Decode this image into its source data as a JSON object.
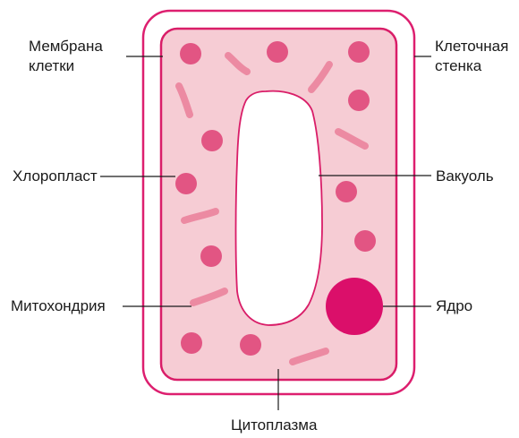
{
  "labels": {
    "membrane": [
      "Мембрана",
      "клетки"
    ],
    "cell_wall": [
      "Клеточная",
      "стенка"
    ],
    "chloroplast": "Хлоропласт",
    "vacuole": "Вакуоль",
    "mitochondria": "Митохондрия",
    "nucleus": "Ядро",
    "cytoplasm": "Цитоплазма"
  },
  "colors": {
    "wall_stroke": "#dd1f6f",
    "membrane_stroke": "#d91d68",
    "cytoplasm_fill": "#f6ccd4",
    "vacuole_fill": "#ffffff",
    "chloroplast_fill": "#e25583",
    "mitochondria_fill": "#ec8aa2",
    "nucleus_fill": "#db0f6a",
    "leader_line": "#1a1a1a",
    "text": "#1a1a1a"
  }
}
